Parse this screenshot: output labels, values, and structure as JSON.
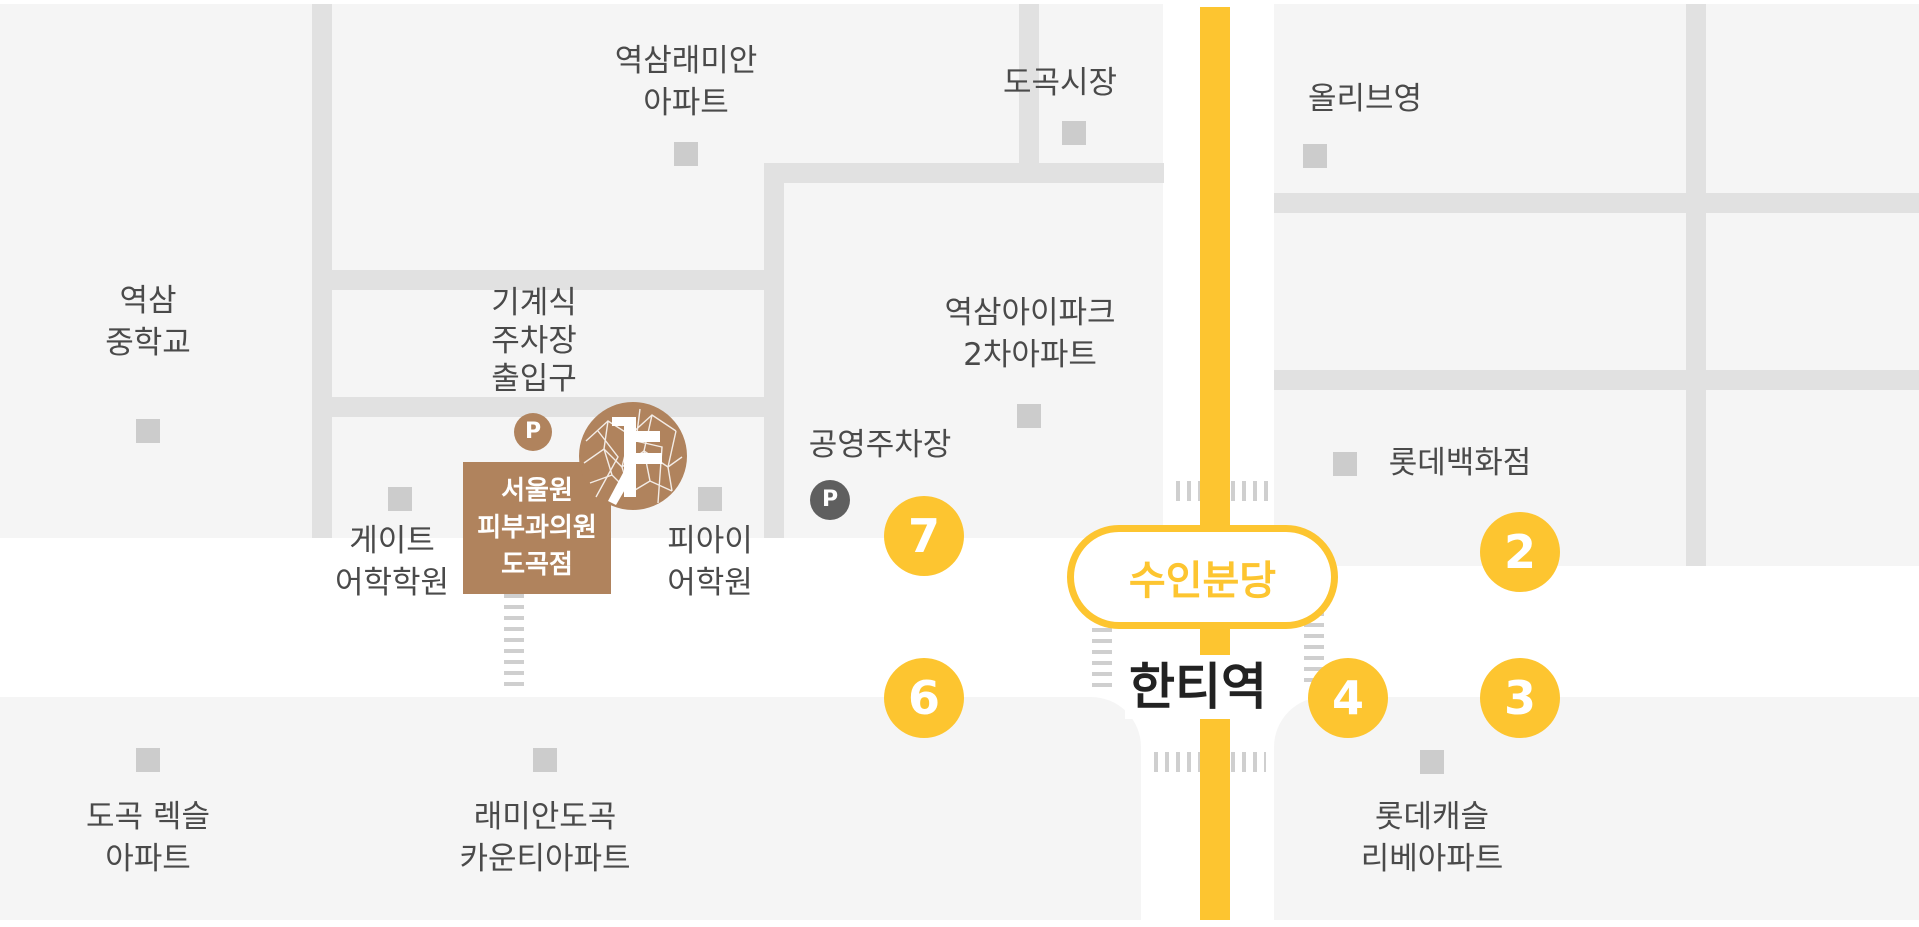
{
  "colors": {
    "block": "#f5f5f5",
    "road_line": "#e1e1e1",
    "marker": "#cccccc",
    "subway_line": "#fdc530",
    "clinic_brown": "#b0835d",
    "public_parking": "#5f5f5f",
    "text": "#4a4a4a"
  },
  "clinic": {
    "name": "서울원\n피부과의원\n도곡점",
    "logo_icon": "leaf-pattern-logo",
    "parking_icon": "P"
  },
  "parking_entrance": {
    "label": "기계식\n주차장\n출입구",
    "icon": "P"
  },
  "public_parking": {
    "label": "공영주차장",
    "icon": "P"
  },
  "station": {
    "line_label": "수인분당",
    "name": "한티역"
  },
  "exits": [
    "7",
    "6",
    "4",
    "2",
    "3"
  ],
  "landmarks": {
    "yeoksam_raemian": "역삼래미안\n아파트",
    "dogok_market": "도곡시장",
    "olive_young": "올리브영",
    "yeoksam_middle_school": "역삼\n중학교",
    "ipark": "역삼아이파크\n2차아파트",
    "lotte_department": "롯데백화점",
    "gate_academy": "게이트\n어학학원",
    "pi_academy": "피아이\n어학원",
    "dogok_rexle": "도곡 렉슬\n아파트",
    "raemian_county": "래미안도곡\n카운티아파트",
    "lotte_castle": "롯데캐슬\n리베아파트"
  }
}
